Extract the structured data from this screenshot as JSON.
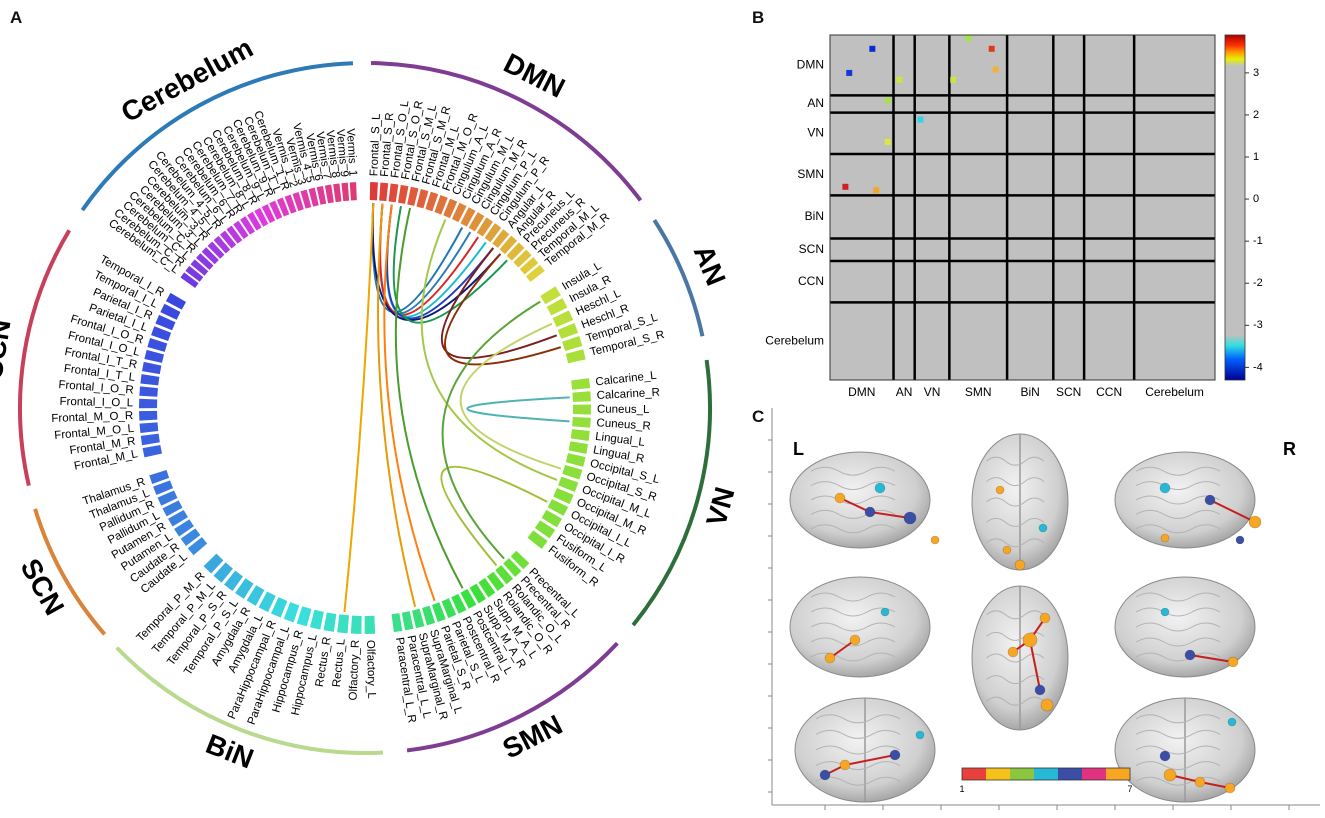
{
  "panels": {
    "a": "A",
    "b": "B",
    "c": "C"
  },
  "networks": [
    {
      "name": "DMN",
      "color": "#7e3c92"
    },
    {
      "name": "AN",
      "color": "#4a76a6"
    },
    {
      "name": "VN",
      "color": "#2e6e3a"
    },
    {
      "name": "SMN",
      "color": "#7e3c92"
    },
    {
      "name": "BiN",
      "color": "#b8d98e"
    },
    {
      "name": "SCN",
      "color": "#d9843a"
    },
    {
      "name": "CCN",
      "color": "#c7405a"
    },
    {
      "name": "Cerebelum",
      "color": "#2c7bb6"
    }
  ],
  "regions": {
    "DMN": [
      "Frontal_S_L",
      "Frontal_S_R",
      "Frontal_S_O_L",
      "Frontal_S_O_R",
      "Frontal_S_M_L",
      "Frontal_S_M_R",
      "Frontal_M_L",
      "Frontal_M_O_R",
      "Cingulum_A_L",
      "Cingulum_A_R",
      "Cingulum_M_L",
      "Cingulum_M_R",
      "Cingulum_P_L",
      "Cingulum_P_R",
      "Angular_L",
      "Angular_R",
      "Precuneus_L",
      "Precuneus_R",
      "Temporal_M_L",
      "Temporal_M_R"
    ],
    "AN": [
      "Insula_L",
      "Insula_R",
      "Heschl_L",
      "Heschl_R",
      "Temporal_S_L",
      "Temporal_S_R"
    ],
    "VN": [
      "Calcarine_L",
      "Calcarine_R",
      "Cuneus_L",
      "Cuneus_R",
      "Lingual_L",
      "Lingual_R",
      "Occipital_S_L",
      "Occipital_S_R",
      "Occipital_M_L",
      "Occipital_M_R",
      "Occipital_I_L",
      "Occipital_I_R",
      "Fusiform_L",
      "Fusiform_R"
    ],
    "SMN": [
      "Precentral_L",
      "Precentral_R",
      "Rolandic_O_L",
      "Rolandic_O_R",
      "Supp_M_A_L",
      "Supp_M_A_R",
      "Postcentral_L",
      "Postcentral_R",
      "Parietal_S_L",
      "Parietal_S_R",
      "SupraMarginal_L",
      "SupraMarginal_R",
      "Paracentral_L_L",
      "Paracentral_L_R"
    ],
    "BiN": [
      "Olfactory_L",
      "Olfactory_R",
      "Rectus_L",
      "Rectus_R",
      "Hippocampus_L",
      "Hippocampus_R",
      "ParaHippocampal_L",
      "ParaHippocampal_R",
      "Amygdala_L",
      "Amygdala_R",
      "Temporal_P_S_L",
      "Temporal_P_S_R",
      "Temporal_P_M_L",
      "Temporal_P_M_R"
    ],
    "SCN": [
      "Caudate_L",
      "Caudate_R",
      "Putamen_L",
      "Putamen_R",
      "Pallidum_L",
      "Pallidum_R",
      "Thalamus_L",
      "Thalamus_R"
    ],
    "CCN": [
      "Frontal_M_L",
      "Frontal_M_R",
      "Frontal_M_O_L",
      "Frontal_M_O_R",
      "Frontal_I_O_L",
      "Frontal_I_O_R",
      "Frontal_I_T_L",
      "Frontal_I_T_R",
      "Frontal_I_O_L",
      "Frontal_I_O_R",
      "Parietal_I_L",
      "Parietal_I_R",
      "Temporal_I_L",
      "Temporal_I_R"
    ],
    "Cerebelum": [
      "Cerebelum_C_L",
      "Cerebelum_C_R",
      "Cerebelum_C_L",
      "Cerebelum_C_R",
      "Cerebelum_3_L",
      "Cerebelum_3_R",
      "Cerebelum_4_5_L",
      "Cerebelum_4_5_R",
      "Cerebelum_6_L",
      "Cerebelum_6_R",
      "Cerebelum_7_R",
      "Cerebelum_8_L",
      "Cerebelum_8_R",
      "Cerebelum_9_L",
      "Cerebelum_9_R",
      "Cerebelum_1_L",
      "Cerebelum_1_R",
      "Vermis_1_2",
      "Vermis_3",
      "Vermis_4_5",
      "Vermis_6",
      "Vermis_7",
      "Vermis_8",
      "Vermis_9",
      "Vermis_1"
    ]
  },
  "matrix": {
    "row_labels": [
      "DMN",
      "AN",
      "VN",
      "SMN",
      "BiN",
      "SCN",
      "CCN",
      "Cerebelum"
    ],
    "col_labels": [
      "DMN",
      "AN",
      "VN",
      "SMN",
      "BiN",
      "SCN",
      "CCN",
      "Cerebelum"
    ],
    "colorbar_ticks": [
      "3",
      "2",
      "1",
      "0",
      "-1",
      "-2",
      "-3",
      "-4"
    ],
    "colorbar_range": [
      -4.3,
      3.9
    ],
    "background_color": "#c0c0c0"
  },
  "brain_views": {
    "left_label": "L",
    "right_label": "R",
    "colorbar_min": "1",
    "colorbar_max": "7",
    "colorbar_colors": [
      "#e8413b",
      "#f5c21b",
      "#8cc63f",
      "#27b8d6",
      "#3b4ea5",
      "#e0327e",
      "#f6a623"
    ]
  }
}
